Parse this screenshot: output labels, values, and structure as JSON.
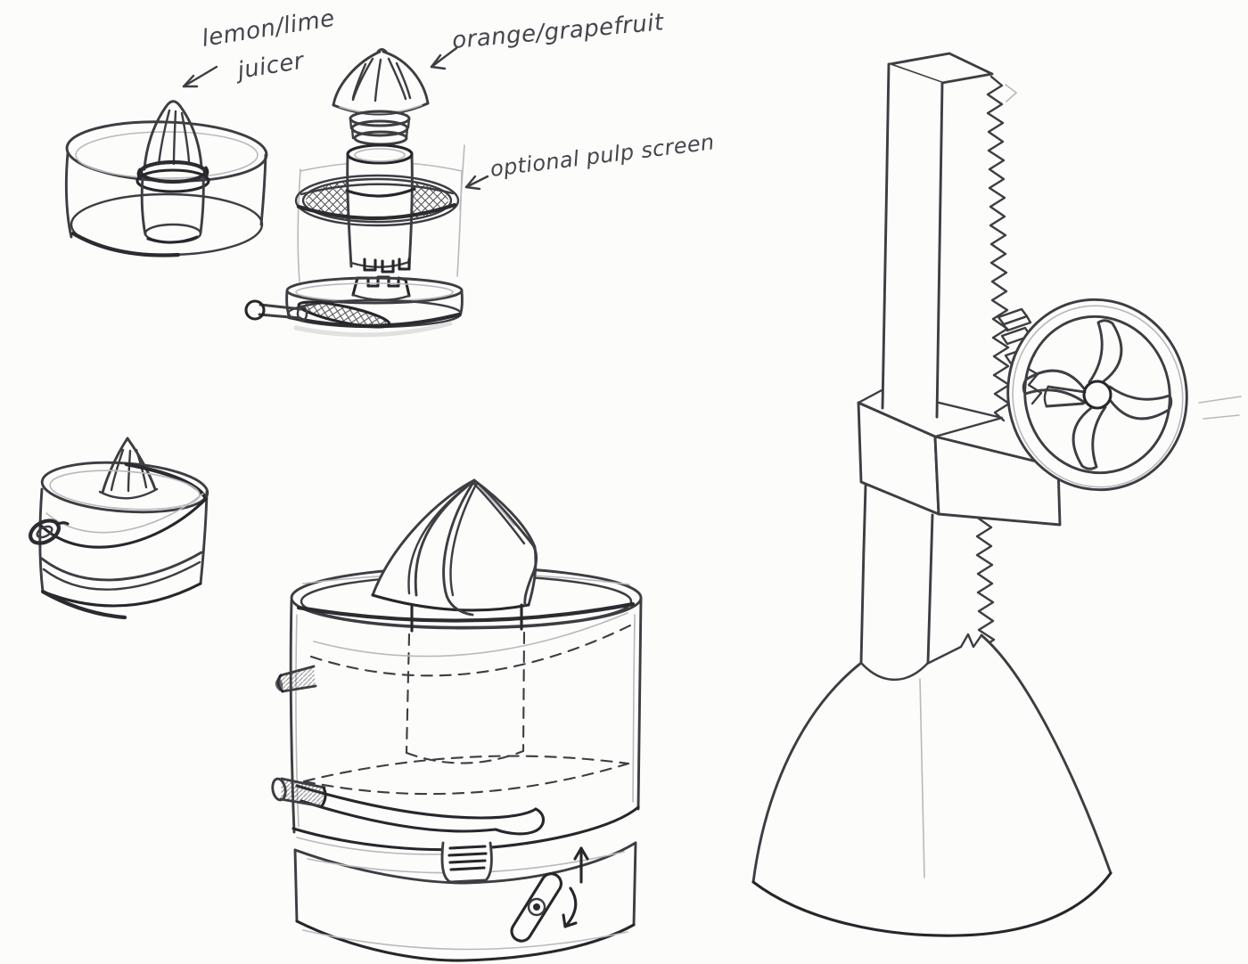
{
  "page": {
    "background": "#fcfcfb",
    "pencil": "#3d3d42",
    "pencil_dark": "#27272b",
    "pencil_light": "#b9b9bd",
    "handwriting_color": "#45454c"
  },
  "annotations": {
    "lemon_lime_line1": "lemon/lime",
    "lemon_lime_line2": "juicer",
    "orange_grapefruit": "orange/grapefruit",
    "pulp_screen": "optional pulp screen"
  }
}
